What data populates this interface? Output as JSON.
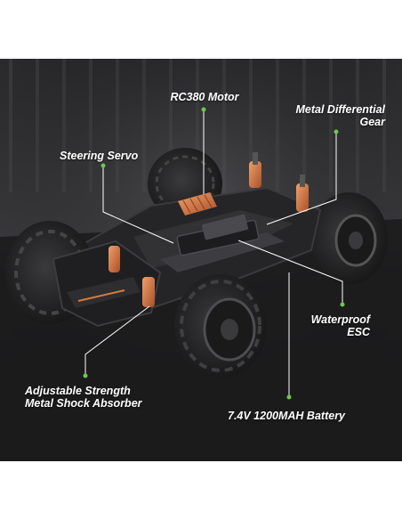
{
  "callouts": {
    "motor": "RC380 Motor",
    "differential": [
      "Metal Differential",
      "Gear"
    ],
    "steering": "Steering Servo",
    "esc": [
      "Waterproof",
      "ESC"
    ],
    "shock": [
      "Adjustable Strength",
      "Metal Shock Absorber"
    ],
    "battery": "7.4V 1200MAH Battery"
  },
  "colors": {
    "background": "#1a1a1b",
    "accent_dot": "#6ec84a",
    "leader_line": "#ffffff",
    "motor_copper": "#d97a3e",
    "chassis": "#2a2a2c",
    "tire": "#2c2c2e"
  }
}
